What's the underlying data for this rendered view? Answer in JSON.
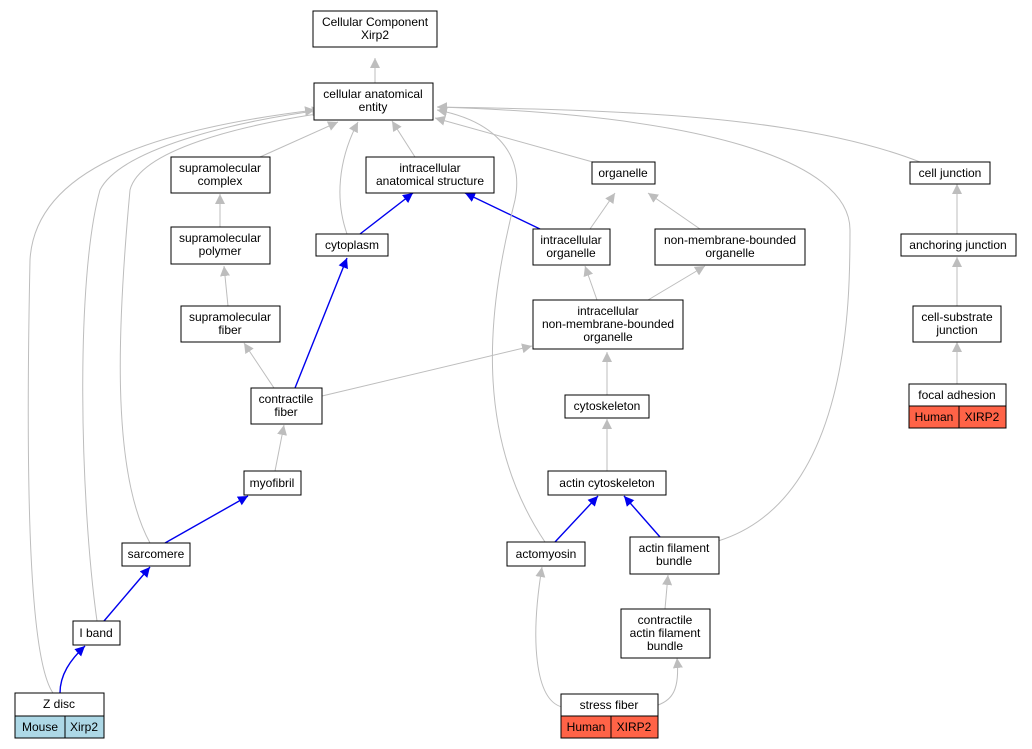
{
  "colors": {
    "edge_gray": "#bdbdbd",
    "edge_blue": "#0000ee",
    "node_border": "#000000",
    "node_fill": "#ffffff",
    "human_fill": "#ff6347",
    "mouse_fill": "#add8e6"
  },
  "nodes": {
    "root": [
      "Cellular Component",
      "Xirp2"
    ],
    "cae": [
      "cellular anatomical",
      "entity"
    ],
    "smc": [
      "supramolecular",
      "complex"
    ],
    "ias": [
      "intracellular",
      "anatomical structure"
    ],
    "organelle": [
      "organelle"
    ],
    "cj": [
      "cell junction"
    ],
    "smp": [
      "supramolecular",
      "polymer"
    ],
    "cytoplasm": [
      "cytoplasm"
    ],
    "io": [
      "intracellular",
      "organelle"
    ],
    "nmbo": [
      "non-membrane-bounded",
      "organelle"
    ],
    "aj": [
      "anchoring junction"
    ],
    "smf": [
      "supramolecular",
      "fiber"
    ],
    "inmbo": [
      "intracellular",
      "non-membrane-bounded",
      "organelle"
    ],
    "csj": [
      "cell-substrate",
      "junction"
    ],
    "cf": [
      "contractile",
      "fiber"
    ],
    "cytoskeleton": [
      "cytoskeleton"
    ],
    "fa": [
      "focal adhesion"
    ],
    "myofibril": [
      "myofibril"
    ],
    "acsk": [
      "actin cytoskeleton"
    ],
    "sarcomere": [
      "sarcomere"
    ],
    "actomyosin": [
      "actomyosin"
    ],
    "afb": [
      "actin filament",
      "bundle"
    ],
    "caf": [
      "contractile",
      "actin filament",
      "bundle"
    ],
    "iband": [
      "I band"
    ],
    "zdisc": [
      "Z disc"
    ],
    "sf": [
      "stress fiber"
    ]
  },
  "annotations": {
    "fa": [
      "Human",
      "XIRP2"
    ],
    "zdisc": [
      "Mouse",
      "Xirp2"
    ],
    "sf": [
      "Human",
      "XIRP2"
    ]
  }
}
